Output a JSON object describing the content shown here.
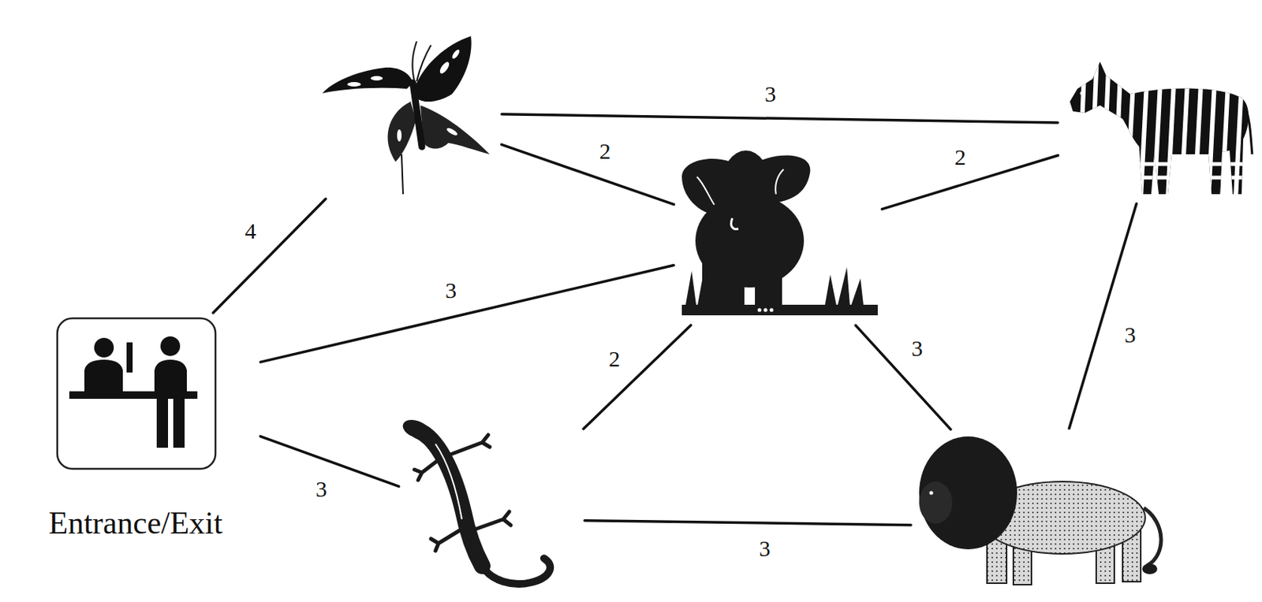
{
  "diagram": {
    "nodes": [
      {
        "text": []
      },
      {
        "text": []
      },
      {
        "text": []
      },
      {
        "text": [
          "Entrance/Exit"
        ]
      },
      {
        "text": []
      },
      {
        "text": []
      }
    ],
    "edges": [
      {
        "from": 0,
        "to": 1,
        "arrow": "none",
        "label": "3"
      },
      {
        "from": 0,
        "to": 2,
        "arrow": "none",
        "label": "2"
      },
      {
        "from": 2,
        "to": 1,
        "arrow": "none",
        "label": "2"
      },
      {
        "from": 3,
        "to": 0,
        "arrow": "none",
        "label": "4"
      },
      {
        "from": 3,
        "to": 2,
        "arrow": "none",
        "label": "3"
      },
      {
        "from": 3,
        "to": 4,
        "arrow": "none",
        "label": "3"
      },
      {
        "from": 4,
        "to": 2,
        "arrow": "none",
        "label": "2"
      },
      {
        "from": 2,
        "to": 5,
        "arrow": "none",
        "label": "3"
      },
      {
        "from": 1,
        "to": 5,
        "arrow": "none",
        "label": "3"
      },
      {
        "from": 4,
        "to": 5,
        "arrow": "none",
        "label": "3"
      }
    ]
  }
}
